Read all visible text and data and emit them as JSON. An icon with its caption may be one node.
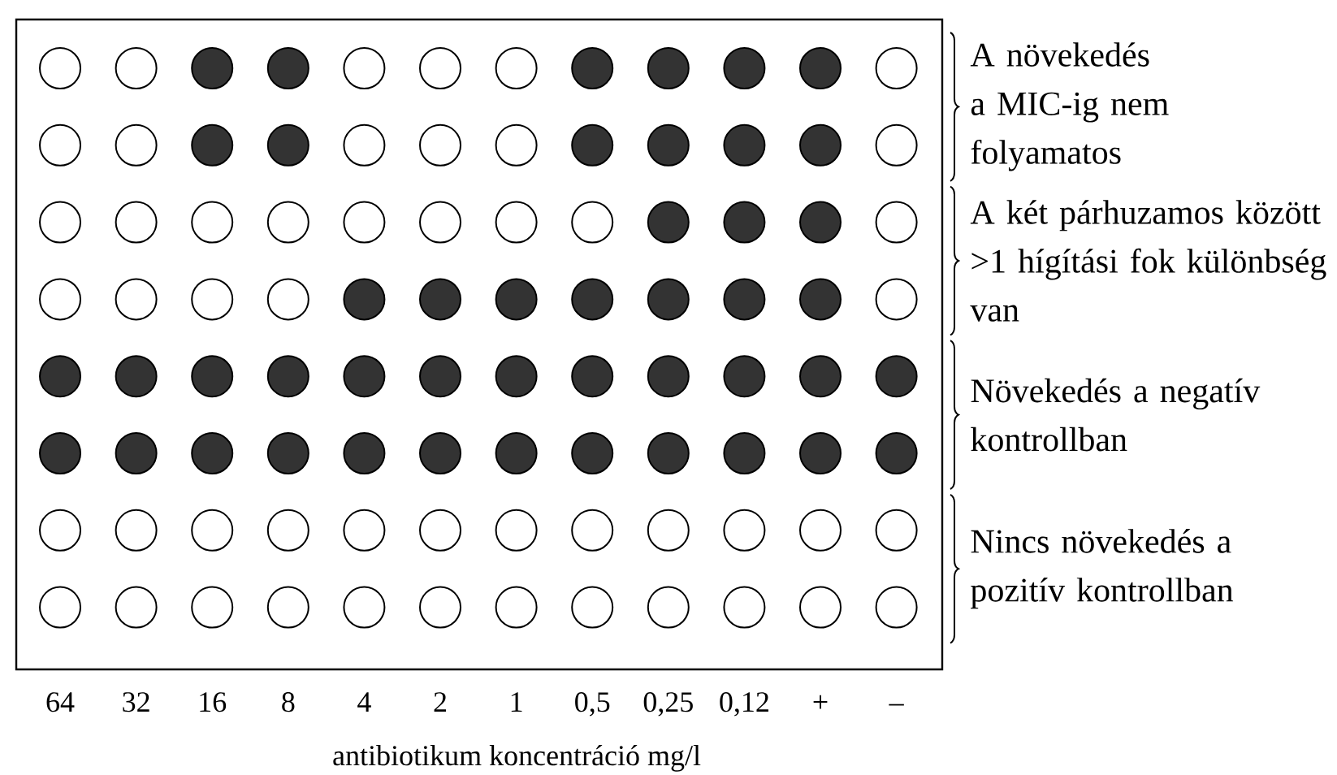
{
  "diagram": {
    "labels": [
      "A növekedés a MIC-ig nem folyamatos",
      "A két párhuzamos között >1 hígítási fok különbség van",
      "Növekedés a negatív kontrollban",
      "Nincs növekedés a pozitív kontrollban",
      "64",
      "32",
      "16",
      "8",
      "4",
      "2",
      "1",
      "0,5",
      "0,25",
      "0,12",
      "+",
      "–",
      "antibiotikum koncentráció mg/l"
    ]
  }
}
